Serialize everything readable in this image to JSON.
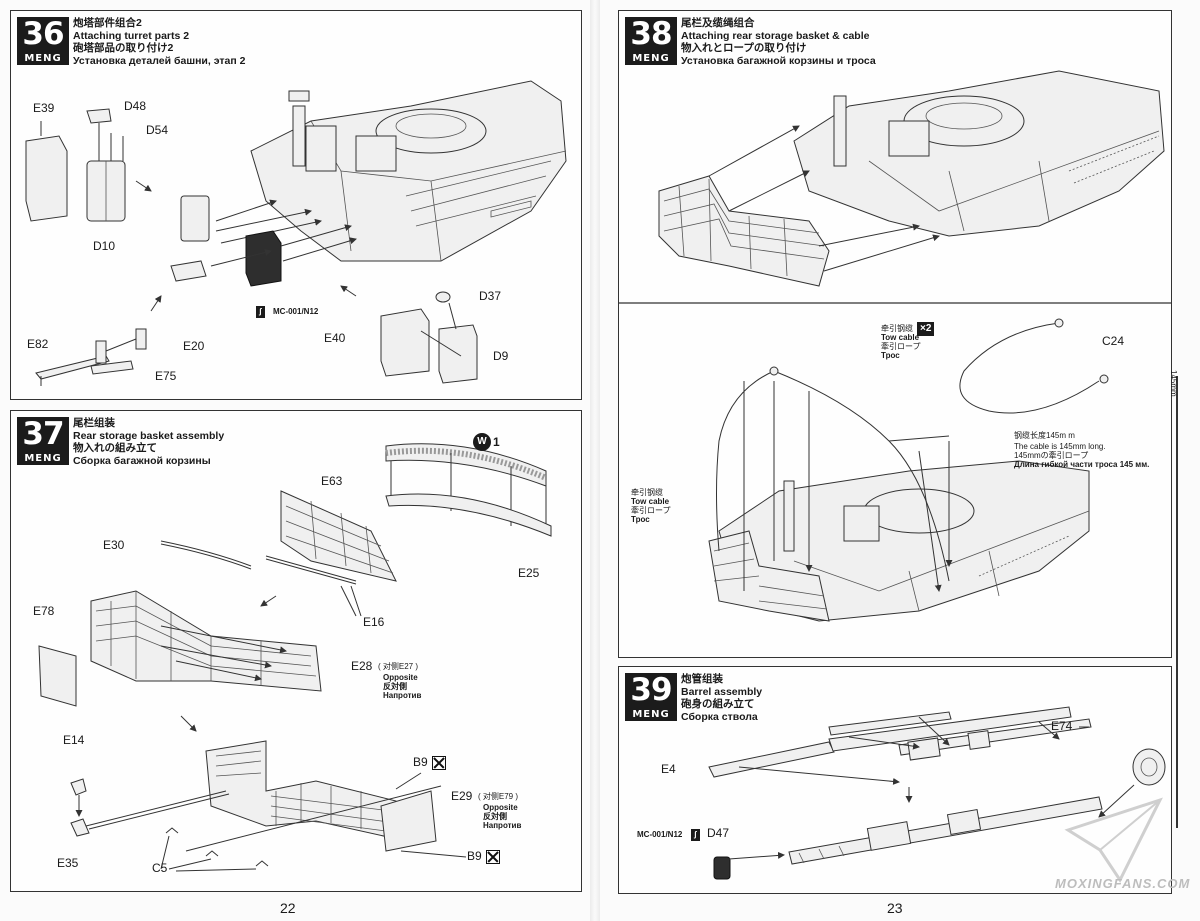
{
  "pages": {
    "left": {
      "page_number": "22",
      "steps": [
        {
          "number": "36",
          "brand": "MENG",
          "title_cn": "炮塔部件组合2",
          "title_en": "Attaching turret parts 2",
          "title_jp": "砲塔部品の取り付け2",
          "title_ru": "Установка деталей башни, этап 2",
          "labels": [
            "E39",
            "D48",
            "D54",
            "D10",
            "D37",
            "E40",
            "D9",
            "E82",
            "E20",
            "E75"
          ],
          "paint_code": "MC-001/N12"
        },
        {
          "number": "37",
          "brand": "MENG",
          "title_cn": "尾栏组装",
          "title_en": "Rear storage basket assembly",
          "title_jp": "物入れの組み立て",
          "title_ru": "Сборка багажной корзины",
          "labels": [
            "E63",
            "E30",
            "E25",
            "E16",
            "E78",
            "E28",
            "E14",
            "B9",
            "E29",
            "C5",
            "E35",
            "B9"
          ],
          "glue_badge": "W",
          "glue_count": "1",
          "e28_note": {
            "cn": "( 对侧E27 )",
            "en": "Opposite",
            "jp": "反対側",
            "ru": "Напротив"
          },
          "e29_note": {
            "cn": "( 对侧E79 )",
            "en": "Opposite",
            "jp": "反対側",
            "ru": "Напротив"
          }
        }
      ]
    },
    "right": {
      "page_number": "23",
      "side_ruler_label": "145mm",
      "steps": [
        {
          "number": "38",
          "brand": "MENG",
          "title_cn": "尾栏及缆绳组合",
          "title_en": "Attaching rear storage basket & cable",
          "title_jp": "物入れとロープの取り付け",
          "title_ru": "Установка багажной корзины и троса",
          "tow_cable_top": {
            "cn": "牵引钢缆",
            "en": "Tow cable",
            "jp": "牽引ロープ",
            "ru": "Трос",
            "count": "×2"
          },
          "c24_label": "C24",
          "cable_note": {
            "cn": "钢缆长度145m m",
            "en": "The cable is 145mm long.",
            "jp": "145mmの牽引ロープ",
            "ru": "Длина гибкой части троса 145 мм."
          },
          "tow_cable_side": {
            "cn": "牵引钢缆",
            "en": "Tow cable",
            "jp": "牽引ロープ",
            "ru": "Трос"
          }
        },
        {
          "number": "39",
          "brand": "MENG",
          "title_cn": "炮管组装",
          "title_en": "Barrel assembly",
          "title_jp": "砲身の組み立て",
          "title_ru": "Сборка ствола",
          "labels": [
            "E74",
            "E4",
            "D47"
          ],
          "paint_code": "MC-001/N12"
        }
      ],
      "watermark": "MOXINGFANS.COM"
    }
  },
  "colors": {
    "badge": "#1b1b1b",
    "line": "#333333",
    "paper": "#fbfbfb"
  }
}
